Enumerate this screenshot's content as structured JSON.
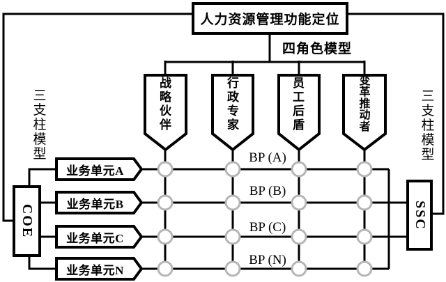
{
  "diagram": {
    "title": "人力资源管理功能定位",
    "four_role_model_label": "四角色模型",
    "left_pillar_label": "三支柱模型",
    "right_pillar_label": "三支柱模型",
    "roles": [
      {
        "label": "战略伙伴"
      },
      {
        "label": "行政专家"
      },
      {
        "label": "员工后盾"
      },
      {
        "label": "变革推动者"
      }
    ],
    "business_units": [
      {
        "label": "业务单元A",
        "bp_label": "BP (A)"
      },
      {
        "label": "业务单元B",
        "bp_label": "BP (B)"
      },
      {
        "label": "业务单元C",
        "bp_label": "BP (C)"
      },
      {
        "label": "业务单元N",
        "bp_label": "BP (N)"
      }
    ],
    "coe_label": "COE",
    "ssc_label": "SSC",
    "colors": {
      "line": "#000000",
      "node_ring": "#b5b5b5",
      "background": "#ffffff"
    }
  }
}
